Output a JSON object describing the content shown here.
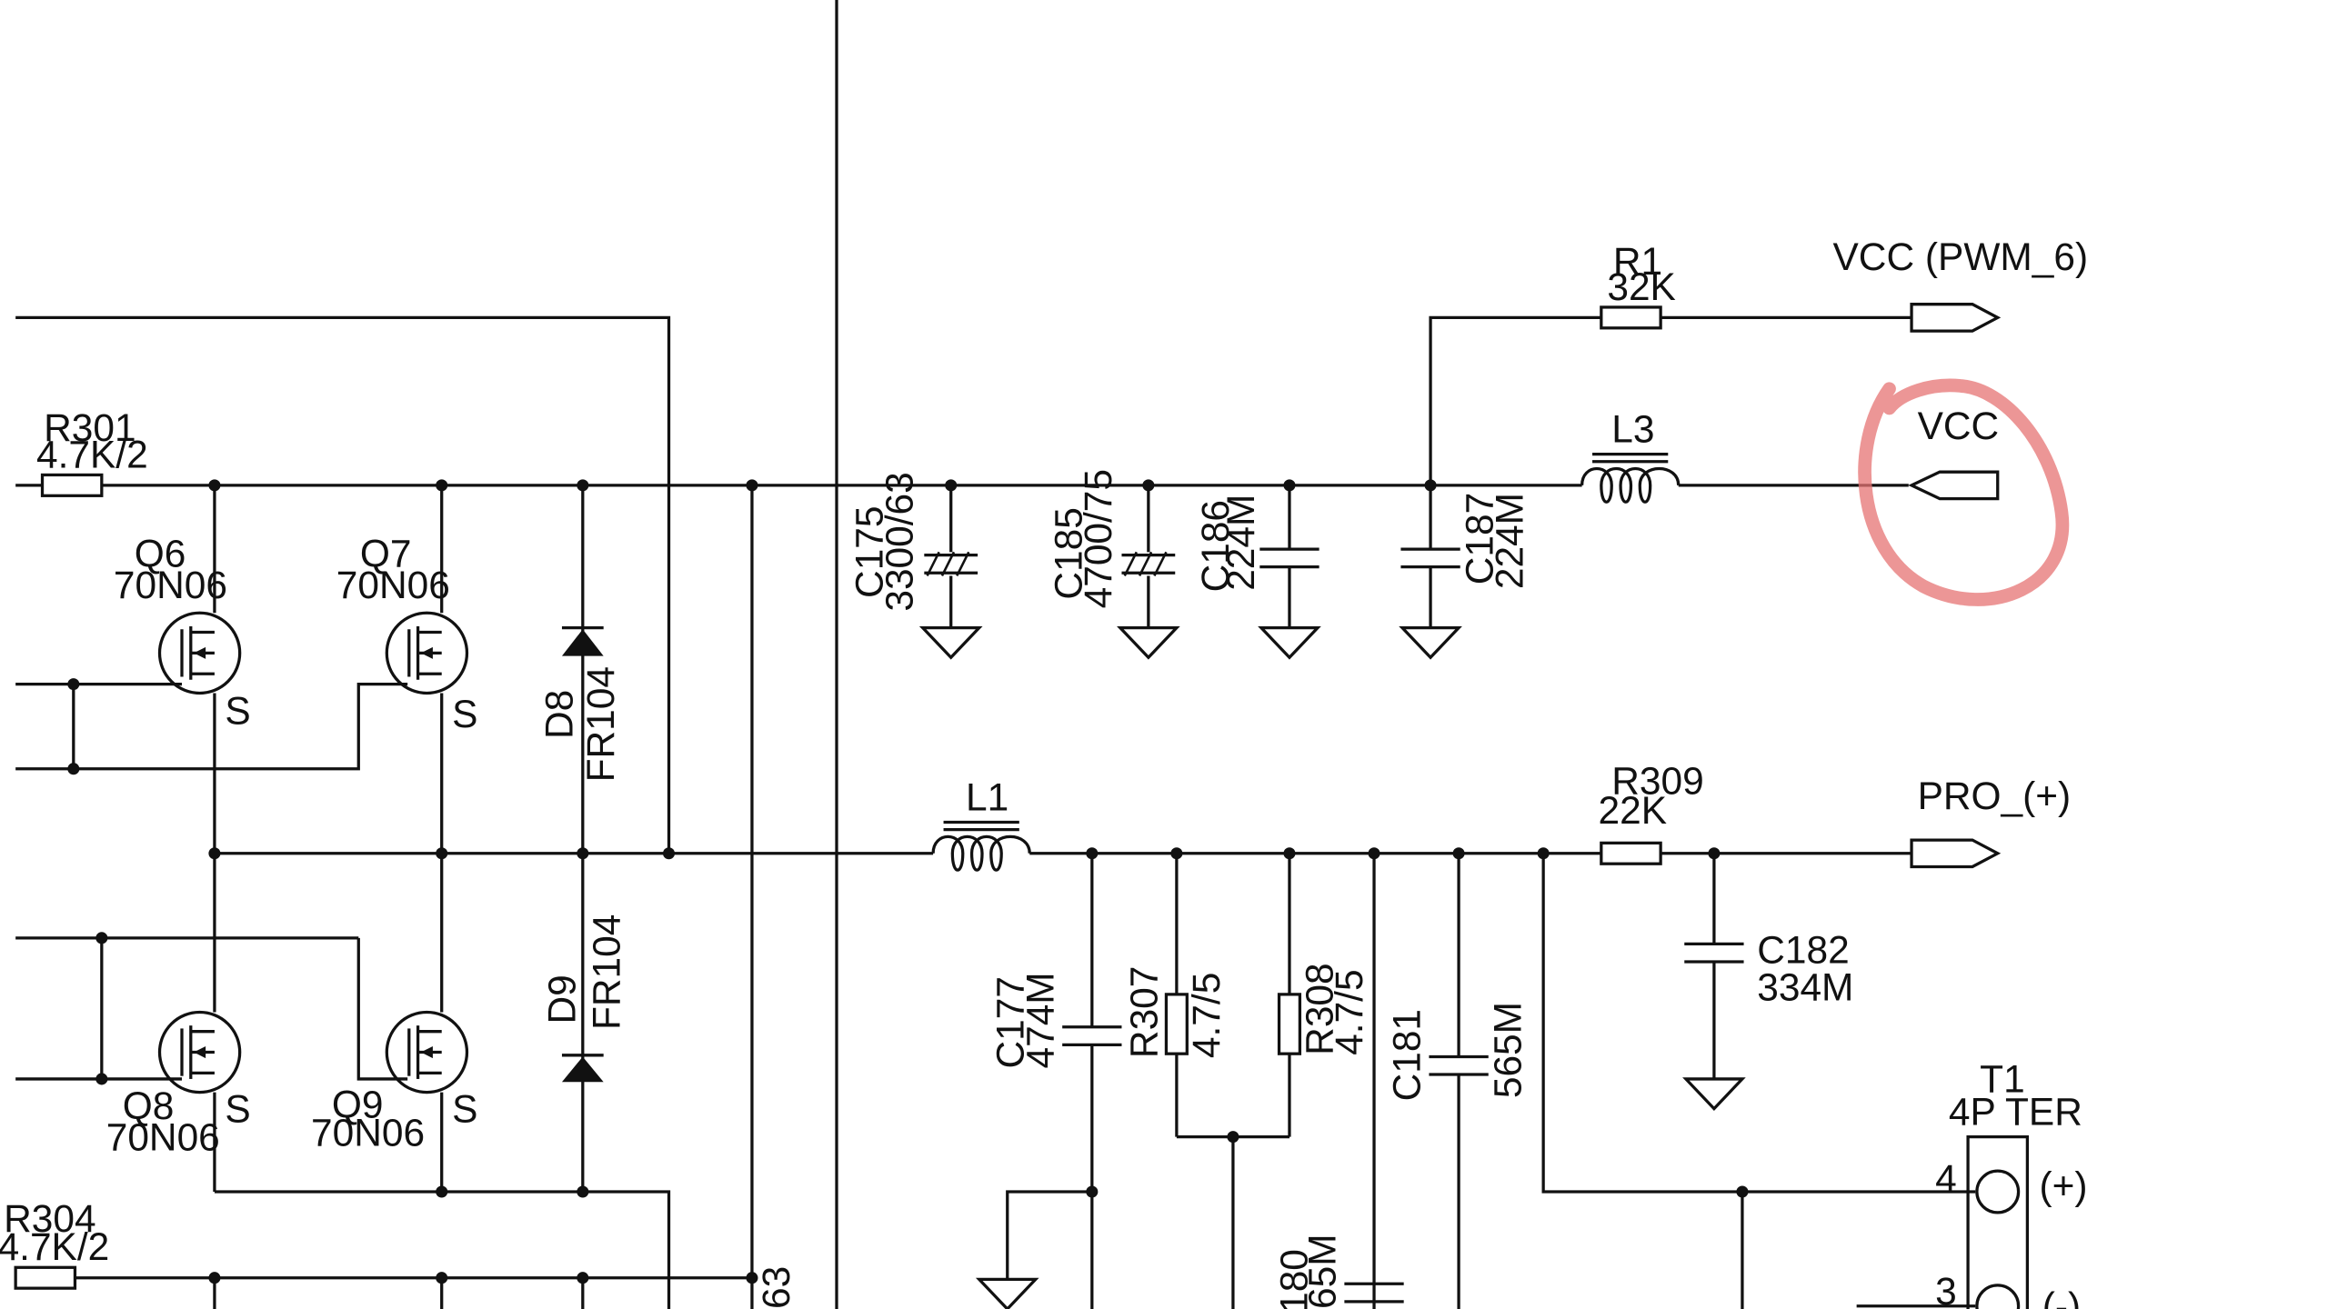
{
  "labels": {
    "R301": "R301",
    "R301_val": "4.7K/2",
    "Q6": "Q6",
    "Q6_val": "70N06",
    "Q7": "Q7",
    "Q7_val": "70N06",
    "Q8": "Q8",
    "Q8_val": "70N06",
    "Q9": "Q9",
    "Q9_val": "70N06",
    "S": "S",
    "D8": "D8",
    "D8_val": "FR104",
    "D9": "D9",
    "D9_val": "FR104",
    "R304": "R304",
    "R304_val": "4.7K/2",
    "C175": "C175",
    "C175_val": "3300/63",
    "C185": "C185",
    "C185_val": "4700/75",
    "C186": "C186",
    "C186_val": "224M",
    "C187": "C187",
    "C187_val": "224M",
    "R1": "R1",
    "R1_val": "32K",
    "VCC_PWM6": "VCC (PWM_6)",
    "L3": "L3",
    "VCC": "VCC",
    "L1": "L1",
    "R309": "R309",
    "R309_val": "22K",
    "PRO": "PRO_(+)",
    "C182": "C182",
    "C182_val": "334M",
    "C177": "C177",
    "C177_val": "474M",
    "R307": "R307",
    "R307_val": "4.7/5",
    "R308": "R308",
    "R308_val": "4.7/5",
    "C181": "C181",
    "C181_val": "565M",
    "C180_partial": "180",
    "C180_val_partial": "65M",
    "C_partial": "63",
    "T1": "T1",
    "T1_val": "4P TER",
    "pin4": "4",
    "pin4_sign": "(+)",
    "pin3": "3",
    "pin3_sign": "(-)"
  },
  "annotation": {
    "highlight_color": "#e57373"
  }
}
